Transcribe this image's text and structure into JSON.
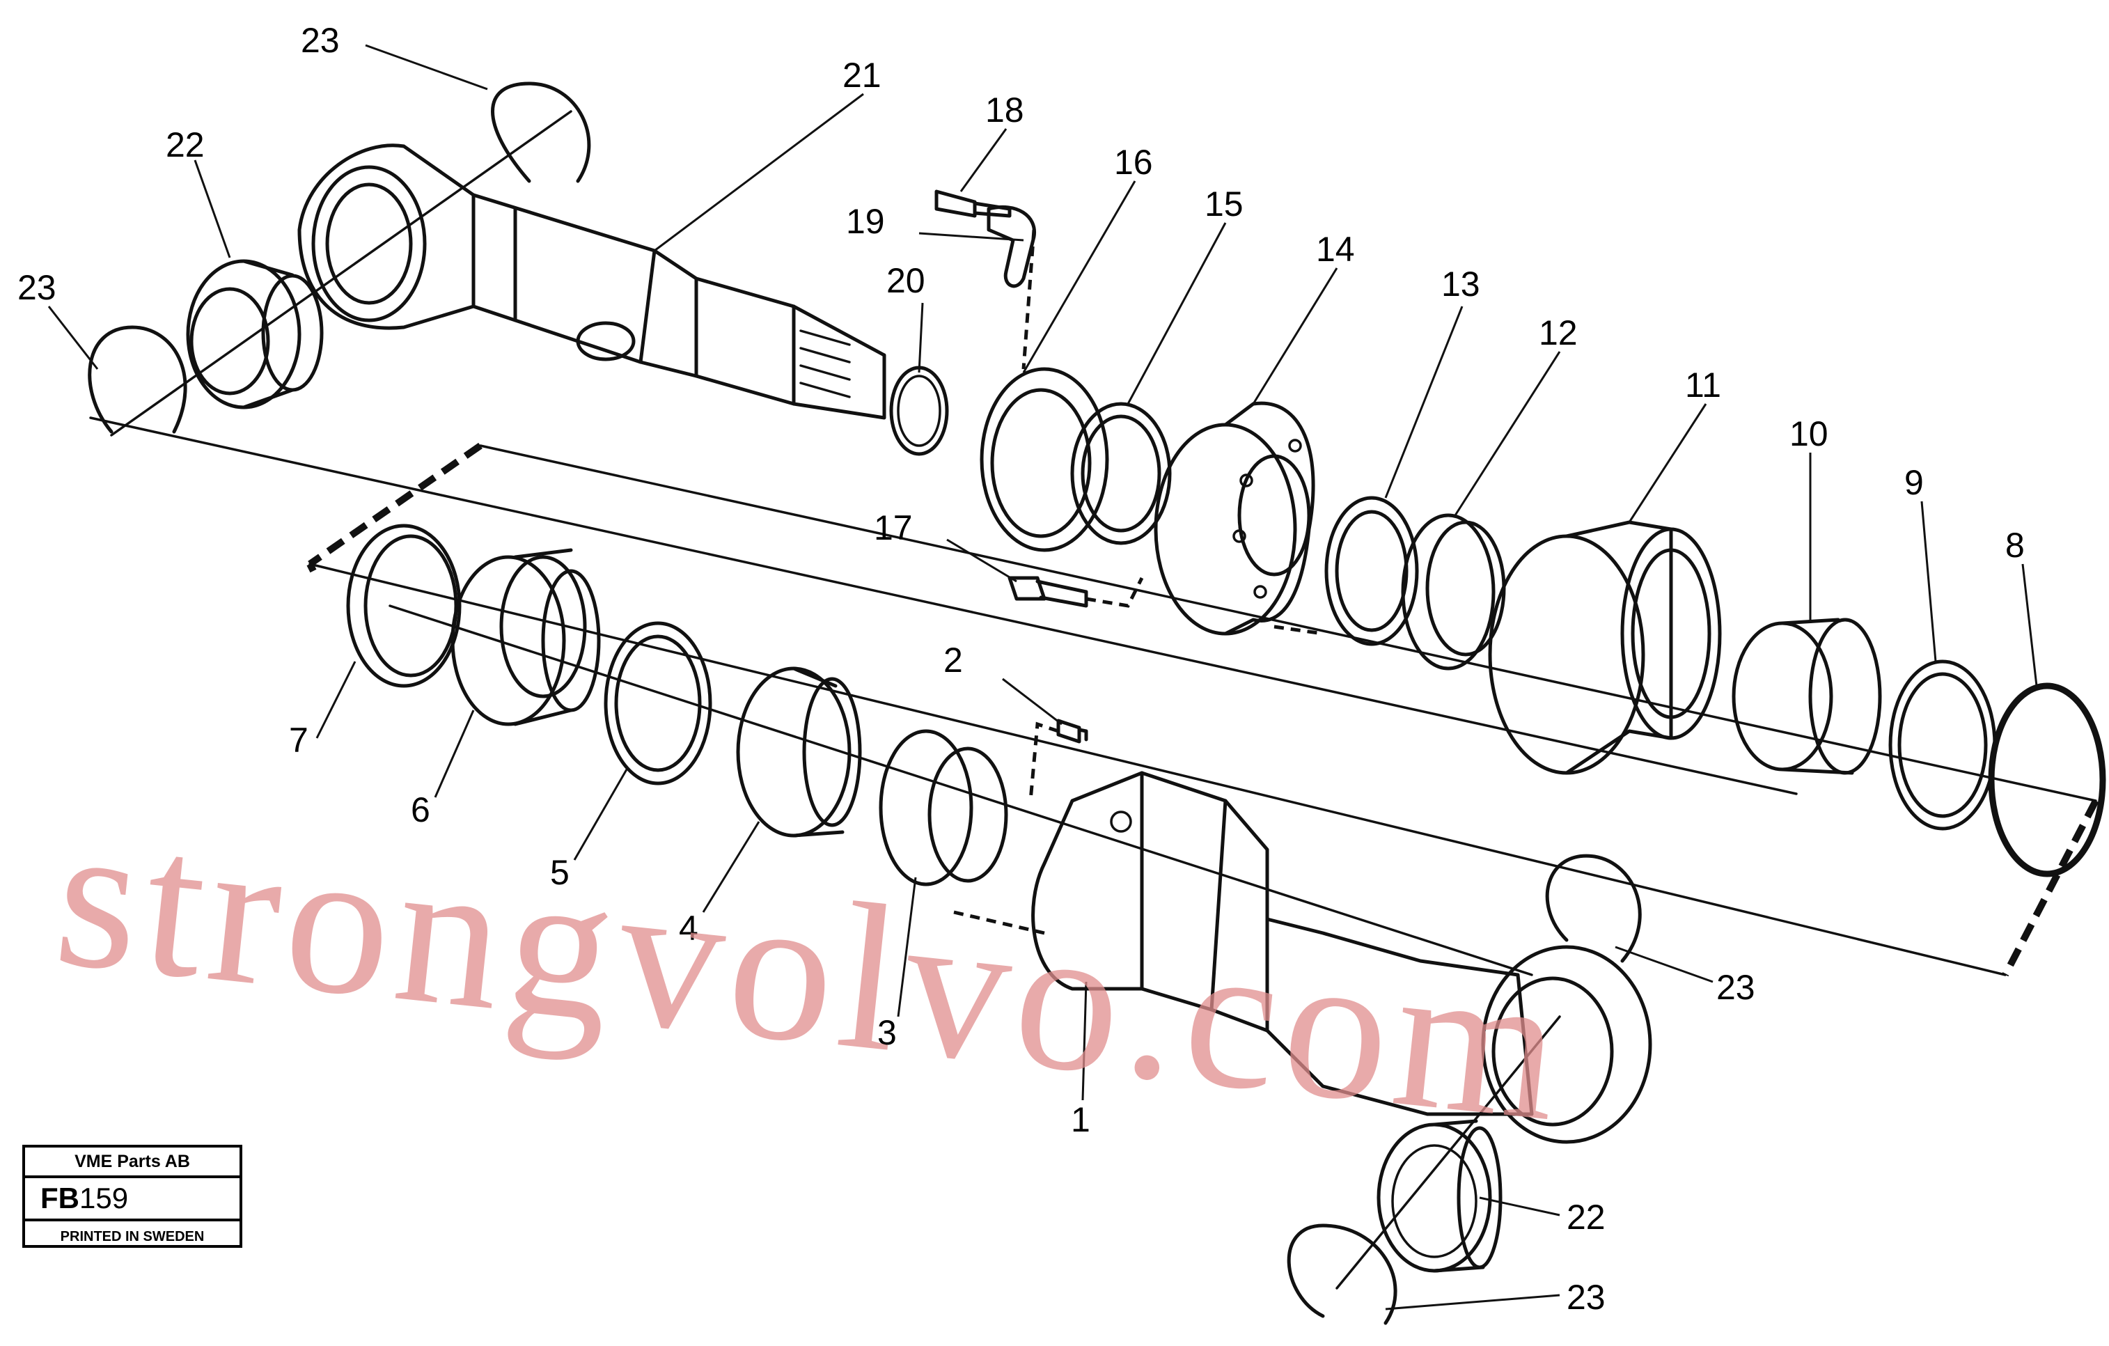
{
  "watermark": "strongvolvo.com",
  "info_box": {
    "company": "VME Parts AB",
    "code_prefix": "FB",
    "code_number": "159",
    "footer": "PRINTED IN SWEDEN"
  },
  "callouts": {
    "c1": "1",
    "c2": "2",
    "c3": "3",
    "c4": "4",
    "c5": "5",
    "c6": "6",
    "c7": "7",
    "c8": "8",
    "c9": "9",
    "c10": "10",
    "c11": "11",
    "c12": "12",
    "c13": "13",
    "c14": "14",
    "c15": "15",
    "c16": "16",
    "c17": "17",
    "c18": "18",
    "c19": "19",
    "c20": "20",
    "c21": "21",
    "c22a": "22",
    "c22b": "22",
    "c23a": "23",
    "c23b": "23",
    "c23c": "23",
    "c23d": "23"
  }
}
